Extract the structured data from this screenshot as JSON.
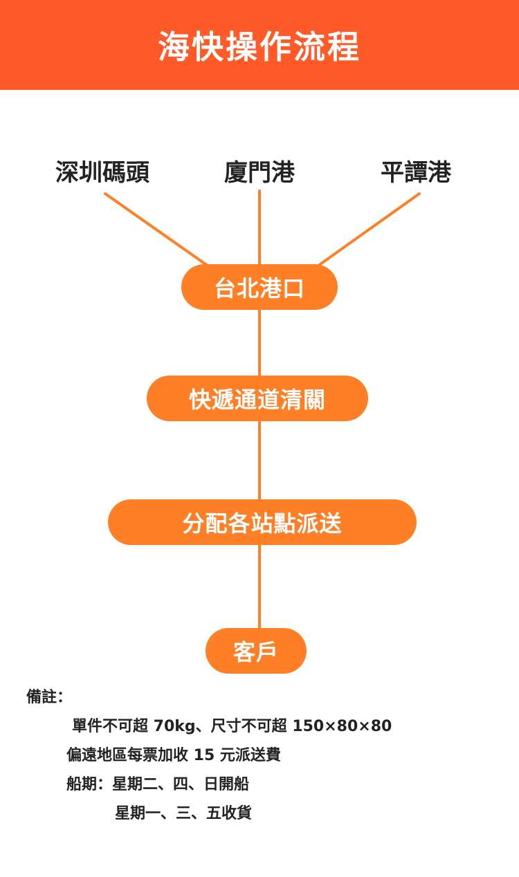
{
  "header": {
    "title": "海快操作流程"
  },
  "origins": [
    "深圳碼頭",
    "廈門港",
    "平譚港"
  ],
  "steps": [
    "台北港口",
    "快遞通道清關",
    "分配各站點派送",
    "客戶"
  ],
  "notes": {
    "heading": "備註：",
    "weight_size": "單件不可超 70kg、尺寸不可超 150×80×80",
    "remote_fee": "偏遠地區每票加收 15 元派送費",
    "sailing": "船期：星期二、四、日開船",
    "receiving": "星期一、三、五收貨"
  },
  "colors": {
    "header_bg": "#ff5a28",
    "node_bg": "#ff7f27",
    "line": "#ff7f27",
    "text": "#222222"
  }
}
